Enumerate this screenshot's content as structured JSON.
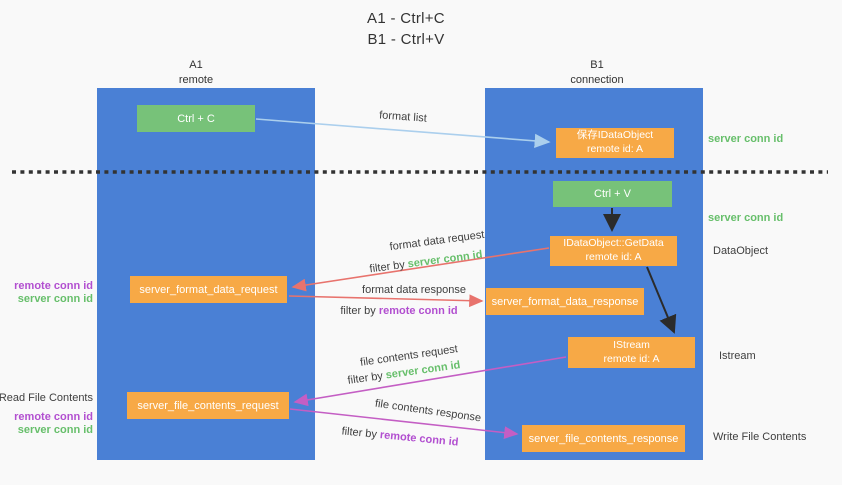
{
  "title": {
    "line1": "A1 - Ctrl+C",
    "line2": "B1 - Ctrl+V"
  },
  "lanes": {
    "left": {
      "name": "A1",
      "sub": "remote"
    },
    "right": {
      "name": "B1",
      "sub": "connection"
    }
  },
  "nodes": {
    "ctrl_c": {
      "label": "Ctrl + C"
    },
    "ctrl_v": {
      "label": "Ctrl + V"
    },
    "save_idataobject": {
      "line1": "保存IDataObject",
      "line2": "remote id: A"
    },
    "getdata": {
      "line1": "IDataObject::GetData",
      "line2": "remote id: A"
    },
    "istream": {
      "line1": "IStream",
      "line2": "remote id: A"
    },
    "format_request": {
      "label": "server_format_data_request"
    },
    "format_response": {
      "label": "server_format_data_response"
    },
    "file_request": {
      "label": "server_file_contents_request"
    },
    "file_response": {
      "label": "server_file_contents_response"
    }
  },
  "flow_labels": {
    "format_list": "format list",
    "format_data_request": "format data request",
    "format_data_response": "format data response",
    "file_contents_request": "file contents request",
    "file_contents_response": "file contents response",
    "filter_by": "filter by"
  },
  "side_labels": {
    "server_conn_id": "server conn id",
    "remote_conn_id": "remote conn id",
    "dataobject": "DataObject",
    "istream": "Istream",
    "read_file_contents": "Read File Contents",
    "write_file_contents": "Write File Contents"
  },
  "colors": {
    "lane_blue": "#4a80d5",
    "box_green": "#77c279",
    "box_orange": "#f7a946",
    "arrow_lightblue": "#abcfed",
    "arrow_red": "#e8736d",
    "arrow_purple": "#c45ec4",
    "arrow_black": "#2b2b2b",
    "text_green": "#67bf6b",
    "text_purple": "#b24fd0",
    "text_dark": "#3f3f3f",
    "divider": "#333333"
  }
}
